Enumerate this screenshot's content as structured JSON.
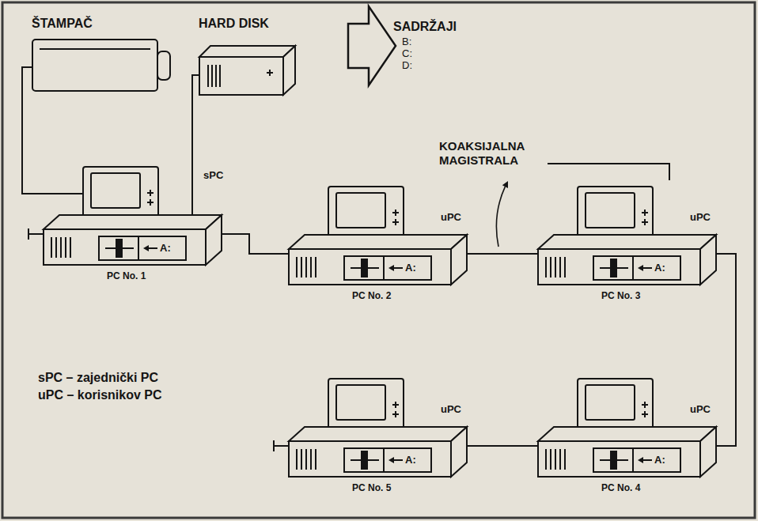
{
  "diagram": {
    "nodes": [
      {
        "text": [
          "ŠTAMPAČ"
        ]
      },
      {
        "text": [
          "HARD DISK"
        ]
      },
      {
        "text": [
          "sPC",
          "A:",
          "PC No. 1"
        ]
      },
      {
        "text": [
          "uPC",
          "A:",
          "PC No. 2"
        ]
      },
      {
        "text": [
          "uPC",
          "A:",
          "PC No. 3"
        ]
      },
      {
        "text": [
          "uPC",
          "A:",
          "PC No. 4"
        ]
      },
      {
        "text": [
          "uPC",
          "A:",
          "PC No. 5"
        ]
      }
    ],
    "edges": [
      {
        "from": 0,
        "to": 2,
        "arrow": "none"
      },
      {
        "from": 1,
        "to": 2,
        "arrow": "none"
      },
      {
        "from": 2,
        "to": 3,
        "arrow": "none"
      },
      {
        "from": 3,
        "to": 4,
        "arrow": "none"
      },
      {
        "from": 4,
        "to": 5,
        "arrow": "none"
      },
      {
        "from": 5,
        "to": 6,
        "arrow": "none"
      }
    ],
    "labels": [
      "SADRŽAJI",
      "B:",
      "C:",
      "D:",
      "KOAKSIJALNA MAGISTRALA",
      "sPC – zajednički PC",
      "uPC – korisnikov PC"
    ]
  }
}
